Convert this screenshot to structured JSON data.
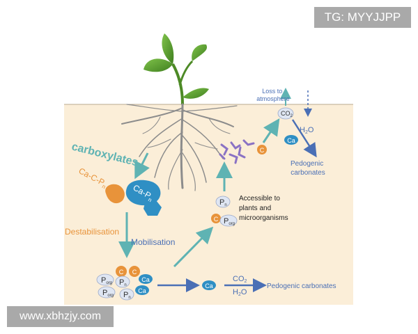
{
  "watermarks": {
    "top": "TG: MYYJJPP",
    "bottom": "www.xbhzjy.com"
  },
  "labels": {
    "carboxylates": "carboxylates",
    "ca_c_pn": "Ca-C-P",
    "ca_c_pn_sub": "n",
    "ca_pn": "Ca-P",
    "ca_pn_sub": "n",
    "destabilisation": "Destabilisation",
    "mobilisation": "Mobilisation",
    "accessible_line1": "Accessible to",
    "accessible_line2": "plants and",
    "accessible_line3": "microorganisms",
    "loss_line1": "Loss to",
    "loss_line2": "atmosphere",
    "co2_top": "CO",
    "co2_top_sub": "2",
    "h2o_top": "H",
    "h2o_top_sub": "2",
    "h2o_top_tail": "O",
    "pedogenic_line1": "Pedogenic",
    "pedogenic_line2": "carbonates",
    "co2_bottom": "CO",
    "co2_bottom_sub": "2",
    "h2o_bottom": "H",
    "h2o_bottom_sub": "2",
    "h2o_bottom_tail": "O",
    "pedogenic_bottom": "Pedogenic carbonates"
  },
  "chips": {
    "c": "C",
    "ca": "Ca",
    "p": "P",
    "p_n_sub": "n",
    "p_org_sub": "org"
  },
  "colors": {
    "soil": "#fbeed8",
    "teal_arrow": "#5fb3b3",
    "blue_arrow": "#4a6fb5",
    "orange": "#e8933a",
    "ca_blue": "#2f8fc4",
    "plant_green": "#5a9a2e",
    "root": "#8c8c8c",
    "purple": "#8a72c4"
  }
}
